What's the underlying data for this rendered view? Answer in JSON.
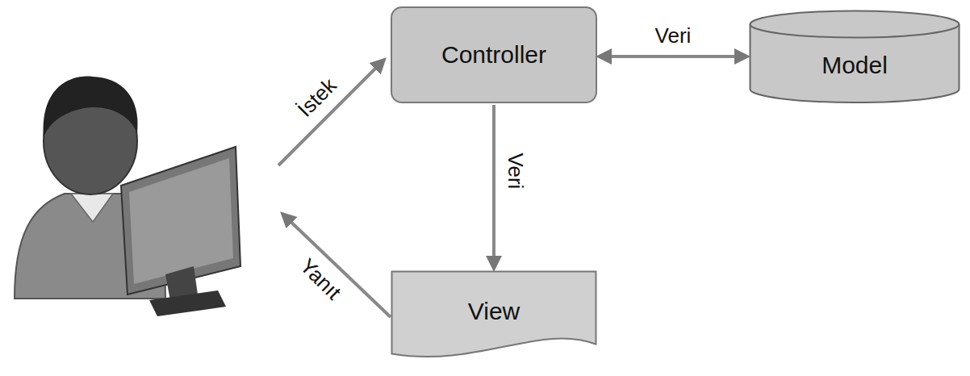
{
  "diagram": {
    "nodes": [
      {
        "text": [
          "Controller"
        ]
      },
      {
        "text": [
          "Model"
        ]
      },
      {
        "text": [
          "View"
        ]
      }
    ],
    "edges": [
      {
        "from": 0,
        "to": 1,
        "label": "Veri",
        "arrow": "both"
      },
      {
        "from": 0,
        "to": 2,
        "label": "Veri",
        "arrow": "to"
      }
    ],
    "labels": [
      "İstek",
      "Yanıt"
    ]
  }
}
